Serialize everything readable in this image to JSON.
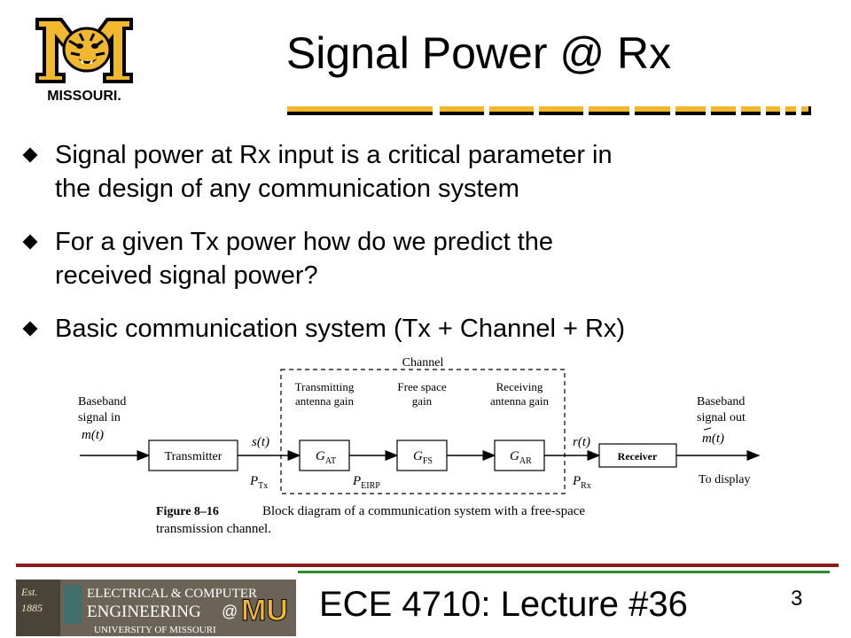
{
  "header": {
    "logo_text": "MISSOURI.",
    "title": "Signal Power @ Rx"
  },
  "bullets": [
    {
      "line1": "Signal power at Rx input is a critical parameter in",
      "line2": "the design of any communication system"
    },
    {
      "line1": "For a given Tx power how do we predict the",
      "line2": "received signal power?"
    },
    {
      "line1": "Basic communication system (Tx + Channel + Rx)",
      "line2": ""
    }
  ],
  "figure": {
    "channel_label": "Channel",
    "input_label_1": "Baseband",
    "input_label_2": "signal in",
    "input_signal": "m(t)",
    "transmitter": "Transmitter",
    "tx_signal": "s(t)",
    "tx_power": "P",
    "tx_power_sub": "Tx",
    "gat_title_1": "Transmitting",
    "gat_title_2": "antenna gain",
    "gat": "G",
    "gat_sub": "AT",
    "eirp": "P",
    "eirp_sub": "EIRP",
    "gfs_title_1": "Free space",
    "gfs_title_2": "gain",
    "gfs": "G",
    "gfs_sub": "FS",
    "gar_title_1": "Receiving",
    "gar_title_2": "antenna gain",
    "gar": "G",
    "gar_sub": "AR",
    "rx_signal": "r(t)",
    "rx_power": "P",
    "rx_power_sub": "Rx",
    "receiver": "Receiver",
    "output_label_1": "Baseband",
    "output_label_2": "signal out",
    "output_signal": "m(t)",
    "output_dest": "To display",
    "caption_fig": "Figure 8–16",
    "caption_text": "Block diagram of a communication system with a free-space",
    "caption_text_2": "transmission channel."
  },
  "footer": {
    "logo_est": "Est.",
    "logo_year": "1885",
    "logo_line1": "ELECTRICAL & COMPUTER",
    "logo_line2": "ENGINEERING",
    "logo_at": "@",
    "logo_mu": "MU",
    "logo_line3": "UNIVERSITY OF MISSOURI",
    "course": "ECE 4710:  Lecture #36",
    "page": "3"
  },
  "colors": {
    "gold": "#F1B82D",
    "black": "#000000",
    "footer_red": "#8B1A1A",
    "footer_green": "#2E8B2E"
  }
}
